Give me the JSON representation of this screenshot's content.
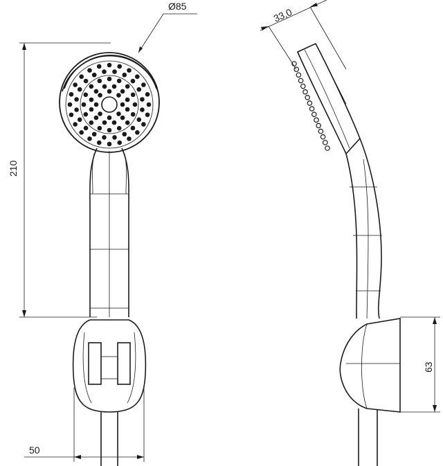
{
  "drawing": {
    "front_view": {
      "diameter_label": "Ø85",
      "height_label": "210",
      "holder_width_label": "50"
    },
    "side_view": {
      "head_thickness_label": "33,0",
      "holder_height_label": "63"
    },
    "line_color": "#1a1a1a"
  }
}
